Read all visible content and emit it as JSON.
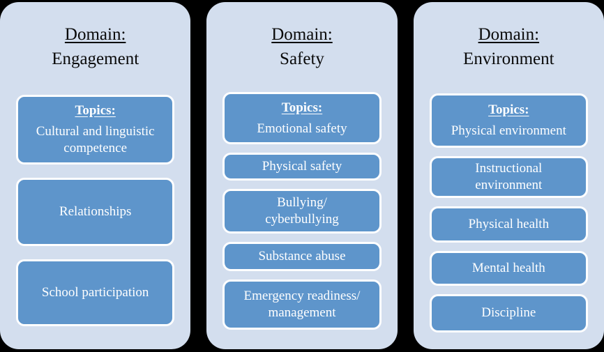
{
  "colors": {
    "page_background": "#000000",
    "panel_background": "#d3deee",
    "topic_box_background": "#5e95cb",
    "topic_box_border": "#ffffff",
    "heading_text": "#0a0a0a",
    "topic_text": "#ffffff"
  },
  "columns": [
    {
      "domain_label": "Domain:",
      "domain_name": "Engagement",
      "topics_label": "Topics:",
      "topics": [
        "Cultural and linguistic\ncompetence",
        "Relationships",
        "School participation"
      ]
    },
    {
      "domain_label": "Domain:",
      "domain_name": "Safety",
      "topics_label": "Topics:",
      "topics": [
        "Emotional safety",
        "Physical safety",
        "Bullying/\ncyberbullying",
        "Substance abuse",
        "Emergency readiness/\nmanagement"
      ]
    },
    {
      "domain_label": "Domain:",
      "domain_name": "Environment",
      "topics_label": "Topics:",
      "topics": [
        "Physical environment",
        "Instructional\nenvironment",
        "Physical health",
        "Mental health",
        "Discipline"
      ]
    }
  ]
}
